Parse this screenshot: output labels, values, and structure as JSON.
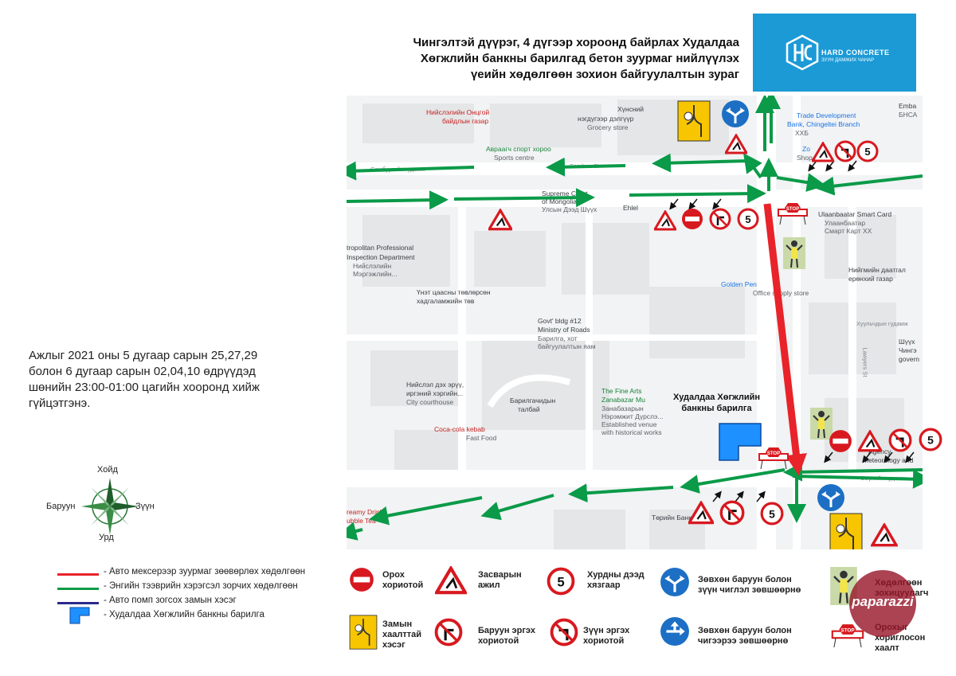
{
  "title": {
    "line1": "Чингэлтэй дүүрэг, 4 дүгээр хороонд байрлах Худалдаа",
    "line2": "Хөгжлийн банкны барилгад бетон зуурмаг нийлүүлэх",
    "line3": "үеийн хөдөлгөөн зохион байгуулалтын зураг"
  },
  "logo": {
    "name": "HARD CONCRETE",
    "tagline": "ЗУУН ДАМЖИХ ЧАНАР"
  },
  "notice": {
    "line1": "Ажлыг 2021 оны 5 дугаар сарын 25,27,29",
    "line2": "болон 6 дугаар сарын 02,04,10 өдрүүдэд",
    "line3": "шөнийн 23:00-01:00 цагийн хооронд хийж",
    "line4": "гүйцэтгэнэ."
  },
  "compass": {
    "north": "Хойд",
    "south": "Урд",
    "west": "Баруун",
    "east": "Зүүн"
  },
  "map": {
    "places": [
      "Нийслэлийн Онцгой",
      "байдлын газар",
      "Хүнсний",
      "нэгдүгээр дэлгүүр",
      "Grocery store",
      "Trade Development",
      "Bank, Chingeltei Branch",
      "ХХБ",
      "Emba",
      "БНСА",
      "Авраагч спорт хороо",
      "Sports centre",
      "Zo",
      "Shop",
      "Supreme Court",
      "of Mongolia",
      "Улсын Дээд Шүүх",
      "Ehlel",
      "Ulaanbaatar Smart Card",
      "Улаанбаатар",
      "Смарт Карт ХХ",
      "tropolitan Professional",
      "Inspection Department",
      "Нийслэлийн",
      "Мэргэжлийн...",
      "Нийгмийн даатгал",
      "ерөнхий газар",
      "Golden Pen",
      "Office supply store",
      "Үнэт цаасны төвлөрсөн",
      "хадгаламжийн төв",
      "Govt' bldg #12",
      "Ministry of Roads",
      "Барилга, хот",
      "байгуулалтын яам",
      "Шүүх",
      "Чингэ",
      "govern",
      "Нийслэл дэх эрүү,",
      "иргэний хэргийн...",
      "City courthouse",
      "Барилгачидын",
      "талбай",
      "The Fine Arts",
      "Zanabazar Mu",
      "Занабазарын",
      "Нэрэмжит Дүрслэ...",
      "Established venue",
      "with historical works",
      "Coca-cola kebab",
      "Fast Food",
      "Agency",
      "Meteorology and",
      "reamy Drinks",
      "ubble Tea",
      "Төрийн Банк",
      "Самбуугийн гудамж",
      "Sambuu St",
      "Хуульчдын гудамж",
      "Lawyers St",
      "Сөүлийн гудамж"
    ],
    "site_label_line1": "Худалдаа Хөгжлийн",
    "site_label_line2": "банкны барилга",
    "speed_limit": "5",
    "stop_sign": "STOP"
  },
  "legend": {
    "items": [
      {
        "text": "- Авто мексерээр зуурмаг зөөвөрлөх хөдөлгөөн",
        "color": "#e8232a"
      },
      {
        "text": "- Энгийн тээврийн хэрэгсэл зорчих хөдөлгөөн",
        "color": "#0a9a48"
      },
      {
        "text": "- Авто помп зогсох замын хэсэг",
        "color": "#2b2a8c"
      },
      {
        "text": "- Худалдаа Хөгжлийн банкны барилга",
        "color": "#1e90ff"
      }
    ]
  },
  "sign_key": {
    "no_entry": [
      "Орох",
      "хориотой"
    ],
    "roadworks": [
      "Засварын",
      "ажил"
    ],
    "speed": [
      "Хурдны дээд",
      "хязгаар"
    ],
    "speed_value": "5",
    "right_left_only": [
      "Зөвхөн баруун болон",
      "зүүн чиглэл зөвшөөрнө"
    ],
    "controller": [
      "Хөдөлгөөн",
      "зохицуулагч"
    ],
    "road_closed_section": [
      "Замын",
      "хаалттай",
      "хэсэг"
    ],
    "no_right_turn": [
      "Баруун эргэх",
      "хориотой"
    ],
    "no_left_turn": [
      "Зүүн эргэх",
      "хориотой"
    ],
    "right_straight": [
      "Зөвхөн баруун болон",
      "чигээрээ зөвшөөрнө"
    ],
    "barrier": [
      "Орохыг",
      "хориглосон",
      "хаалт"
    ]
  },
  "watermark": {
    "text": "paparazzi"
  },
  "colors": {
    "red_route": "#e8232a",
    "green_route": "#0a9a48",
    "pump": "#2b2a8c",
    "site": "#1e90ff",
    "sign_blue": "#1c6fc4",
    "sign_red": "#d7191f",
    "sign_yellow": "#f7c600",
    "logo_blue": "#1c9ad6"
  }
}
